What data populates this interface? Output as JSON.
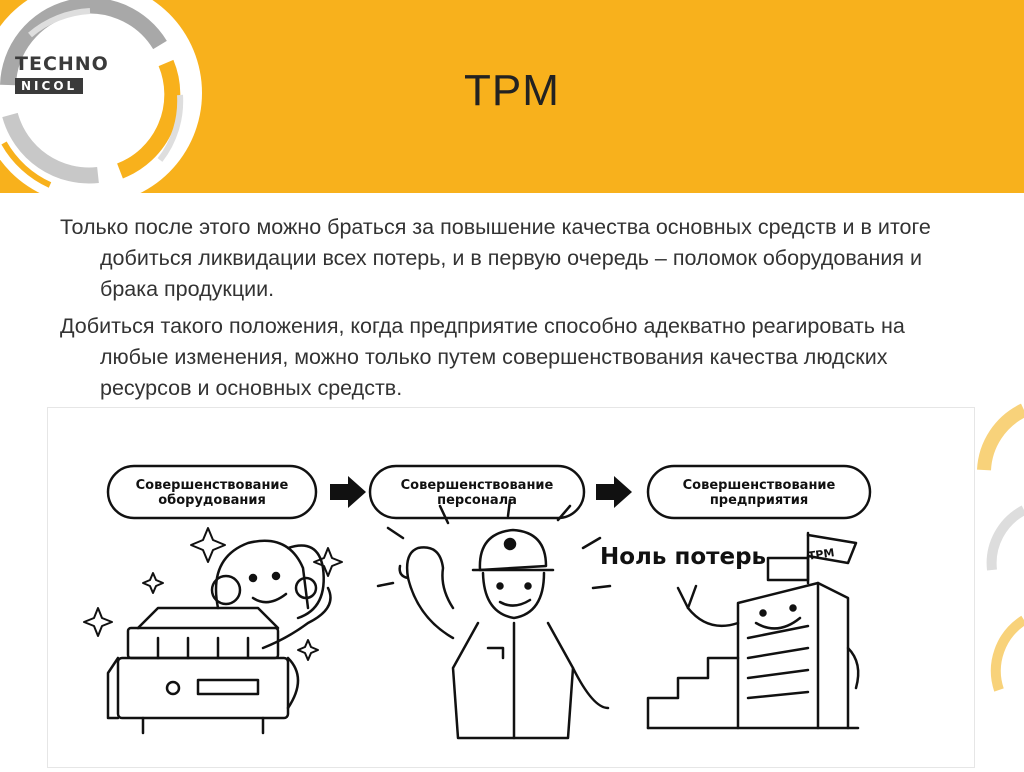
{
  "logo": {
    "line1": "TECHNO",
    "line2": "NICOL"
  },
  "title": "TPM",
  "paragraphs": [
    "Только после этого можно браться за повышение качества основных средств и в итоге добиться ликвидации всех потерь, и в первую очередь – поломок оборудования и брака продукции.",
    "Добиться такого положения, когда предприятие способно адекватно реагировать на любые изменения, можно только путем совершенствования качества людских ресурсов и основных средств."
  ],
  "illustration": {
    "steps": [
      {
        "line1": "Совершенствование",
        "line2": "оборудования"
      },
      {
        "line1": "Совершенствование",
        "line2": "персонала"
      },
      {
        "line1": "Совершенствование",
        "line2": "предприятия"
      }
    ],
    "zero_losses": "Ноль потерь",
    "flag": "TPM"
  },
  "colors": {
    "accent": "#f8b11c",
    "text": "#333333",
    "logo_dark": "#3a3a3a"
  }
}
